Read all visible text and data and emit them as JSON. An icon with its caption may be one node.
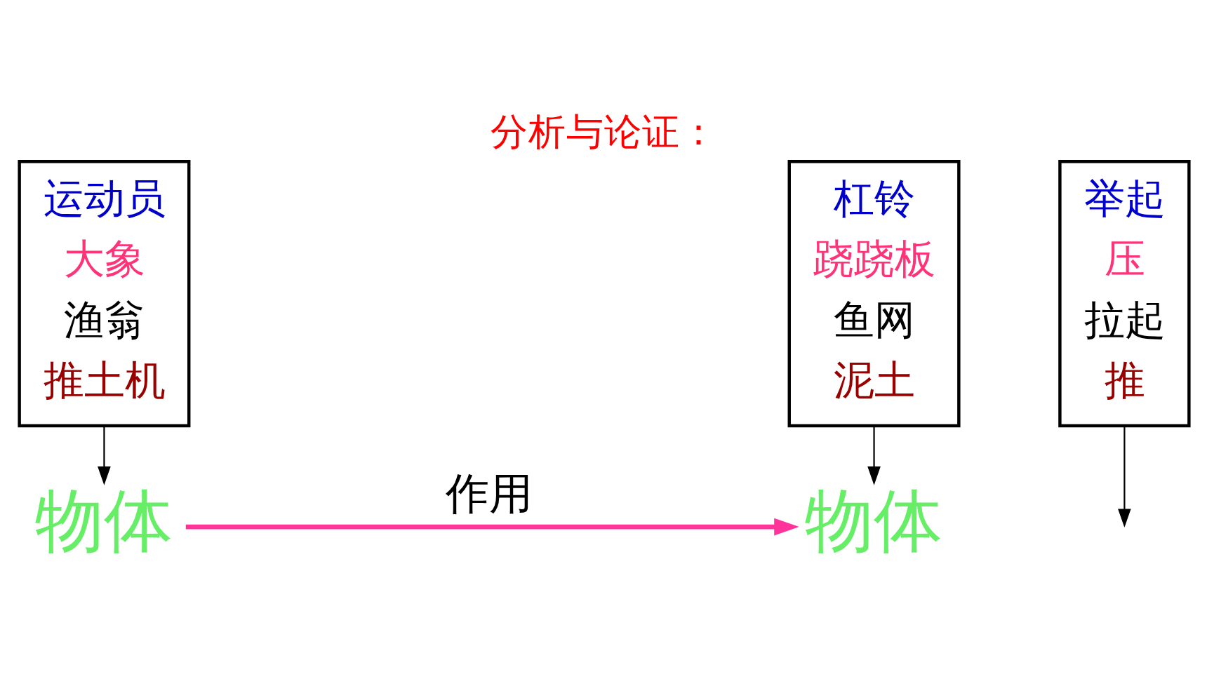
{
  "diagram": {
    "title": "分析与论证：",
    "nodes": [
      {
        "text": [
          "运动员",
          "大象",
          "渔翁",
          "推土机"
        ]
      },
      {
        "text": [
          "举起",
          "压",
          "拉起",
          "推"
        ]
      },
      {
        "text": [
          "杠铃",
          "跷跷板",
          "鱼网",
          "泥土"
        ]
      },
      {
        "text": [
          "物体"
        ]
      },
      {
        "text": [
          "物体"
        ]
      }
    ],
    "edges": [
      {
        "from": 0,
        "to": 3,
        "arrow": "to"
      },
      {
        "from": 1,
        "to": null,
        "arrow": "to"
      },
      {
        "from": 2,
        "to": 4,
        "arrow": "to"
      },
      {
        "from": 3,
        "to": 4,
        "arrow": "to",
        "label": "作用",
        "color": "#ff3399",
        "style": "thick"
      }
    ]
  }
}
